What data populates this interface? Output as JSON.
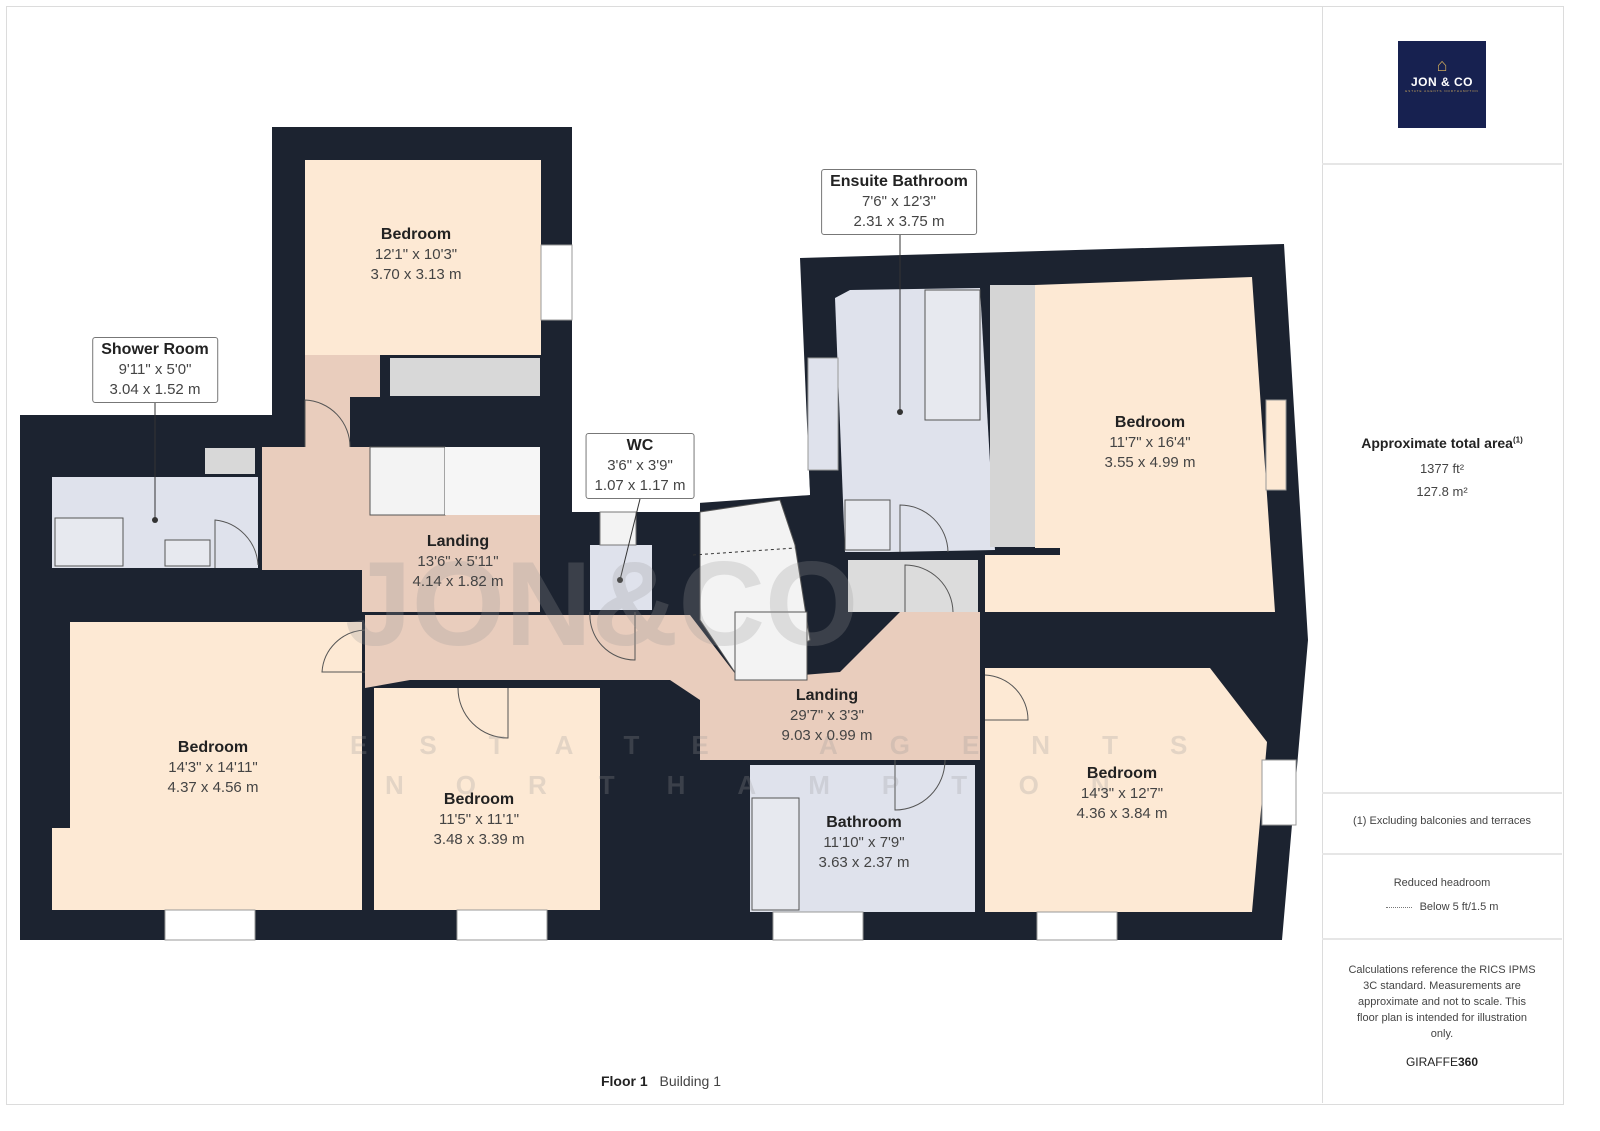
{
  "rooms": {
    "bedroom_top": {
      "name": "Bedroom",
      "imperial": "12'1\" x 10'3\"",
      "metric": "3.70 x 3.13 m"
    },
    "shower_room": {
      "name": "Shower Room",
      "imperial": "9'11\" x 5'0\"",
      "metric": "3.04 x 1.52 m"
    },
    "landing_upper": {
      "name": "Landing",
      "imperial": "13'6\" x 5'11\"",
      "metric": "4.14 x 1.82 m"
    },
    "wc": {
      "name": "WC",
      "imperial": "3'6\" x 3'9\"",
      "metric": "1.07 x 1.17 m"
    },
    "ensuite": {
      "name": "Ensuite Bathroom",
      "imperial": "7'6\" x 12'3\"",
      "metric": "2.31 x 3.75 m"
    },
    "bedroom_right_top": {
      "name": "Bedroom",
      "imperial": "11'7\" x 16'4\"",
      "metric": "3.55 x 4.99 m"
    },
    "landing_lower": {
      "name": "Landing",
      "imperial": "29'7\" x 3'3\"",
      "metric": "9.03 x 0.99 m"
    },
    "bedroom_left": {
      "name": "Bedroom",
      "imperial": "14'3\" x 14'11\"",
      "metric": "4.37 x 4.56 m"
    },
    "bedroom_middle": {
      "name": "Bedroom",
      "imperial": "11'5\" x 11'1\"",
      "metric": "3.48 x 3.39 m"
    },
    "bathroom": {
      "name": "Bathroom",
      "imperial": "11'10\" x 7'9\"",
      "metric": "3.63 x 2.37 m"
    },
    "bedroom_right_bottom": {
      "name": "Bedroom",
      "imperial": "14'3\" x 12'7\"",
      "metric": "4.36 x 3.84 m"
    }
  },
  "watermark": {
    "main": "JON&CO",
    "line1": "ESTATE AGENTS",
    "line2": "NORTHAMPTON"
  },
  "logo": {
    "brand": "JON & CO",
    "sub": "ESTATE AGENTS NORTHAMPTON"
  },
  "panel": {
    "area_title": "Approximate total area",
    "area_note_ref": "(1)",
    "area_ft": "1377 ft²",
    "area_m": "127.8 m²",
    "footnote": "(1) Excluding balconies and terraces",
    "headroom_title": "Reduced headroom",
    "headroom_legend": "Below 5 ft/1.5 m",
    "disclaimer": "Calculations reference the RICS IPMS 3C standard. Measurements are approximate and not to scale. This floor plan is intended for illustration only.",
    "credit_a": "GIRAFFE",
    "credit_b": "360"
  },
  "footer": {
    "floor": "Floor 1",
    "building": "Building 1"
  },
  "colors": {
    "wall": "#1c2330",
    "bedroom": "#fde9d4",
    "landing": "#e9cdbd",
    "bathroom": "#dfe2ec",
    "logo_bg": "#172150",
    "logo_gold": "#c9a55a"
  }
}
